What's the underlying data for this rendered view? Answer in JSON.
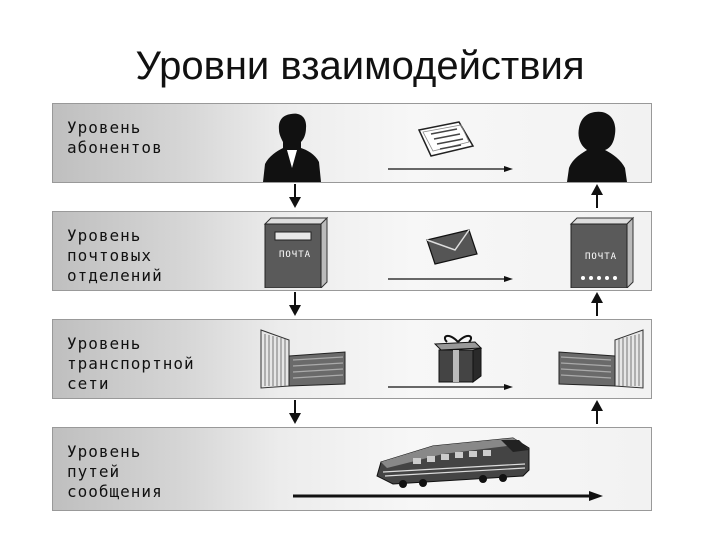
{
  "title": "Уровни взаимодействия",
  "levels": [
    {
      "label": "Уровень\nабонентов"
    },
    {
      "label": "Уровень\nпочтовых\nотделений"
    },
    {
      "label": "Уровень\nтранспортной\nсети"
    },
    {
      "label": "Уровень\nпутей\nсообщения"
    }
  ],
  "mailbox_left_text": "ПОЧТА",
  "mailbox_right_text": "ПОЧТА",
  "colors": {
    "ink": "#111111",
    "panel_dark": "#bfbfbf",
    "panel_light": "#f7f7f7"
  }
}
